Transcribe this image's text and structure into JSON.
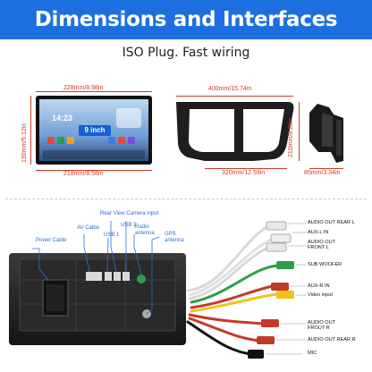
{
  "header": {
    "title": "Dimensions and Interfaces"
  },
  "subtitle": "ISO Plug. Fast wiring",
  "screen": {
    "time": "14:23",
    "badge": "9 inch",
    "width_top": "228mm/8.98in",
    "width_bottom": "218mm/8.58in",
    "height": "130mm/5.12in"
  },
  "frame": {
    "width_top": "400mm/15.74in",
    "width_bottom": "320mm/12.59in",
    "height": "210mm/8.26in"
  },
  "side": {
    "depth": "85mm/3.34in"
  },
  "ports": {
    "power": "Power Cable",
    "av": "AV Cable",
    "rear_cam": "Rear View Camera input",
    "usb2": "USB 2",
    "usb1": "USB 1",
    "radio": "Radio antenna",
    "gps": "GPS antenna"
  },
  "harness": [
    "AUDIO OUT REAR L",
    "AUX-L IN",
    "AUDIO OUT FRONT L",
    "SUB WOOFER",
    "AUX-R IN",
    "Video input",
    "AUDIO OUT FROUT R",
    "AUDIO OUT REAR R",
    "MIC"
  ],
  "colors": {
    "banner": "#1d6fe0",
    "dimension": "#d23a2a",
    "label": "#2c6fd0",
    "rca": [
      "#d8d8d8",
      "#e8e8e8",
      "#e8e8e8",
      "#2f9e4a",
      "#c23a2a",
      "#f2c21b",
      "#c23a2a",
      "#c23a2a",
      "#111111"
    ]
  }
}
